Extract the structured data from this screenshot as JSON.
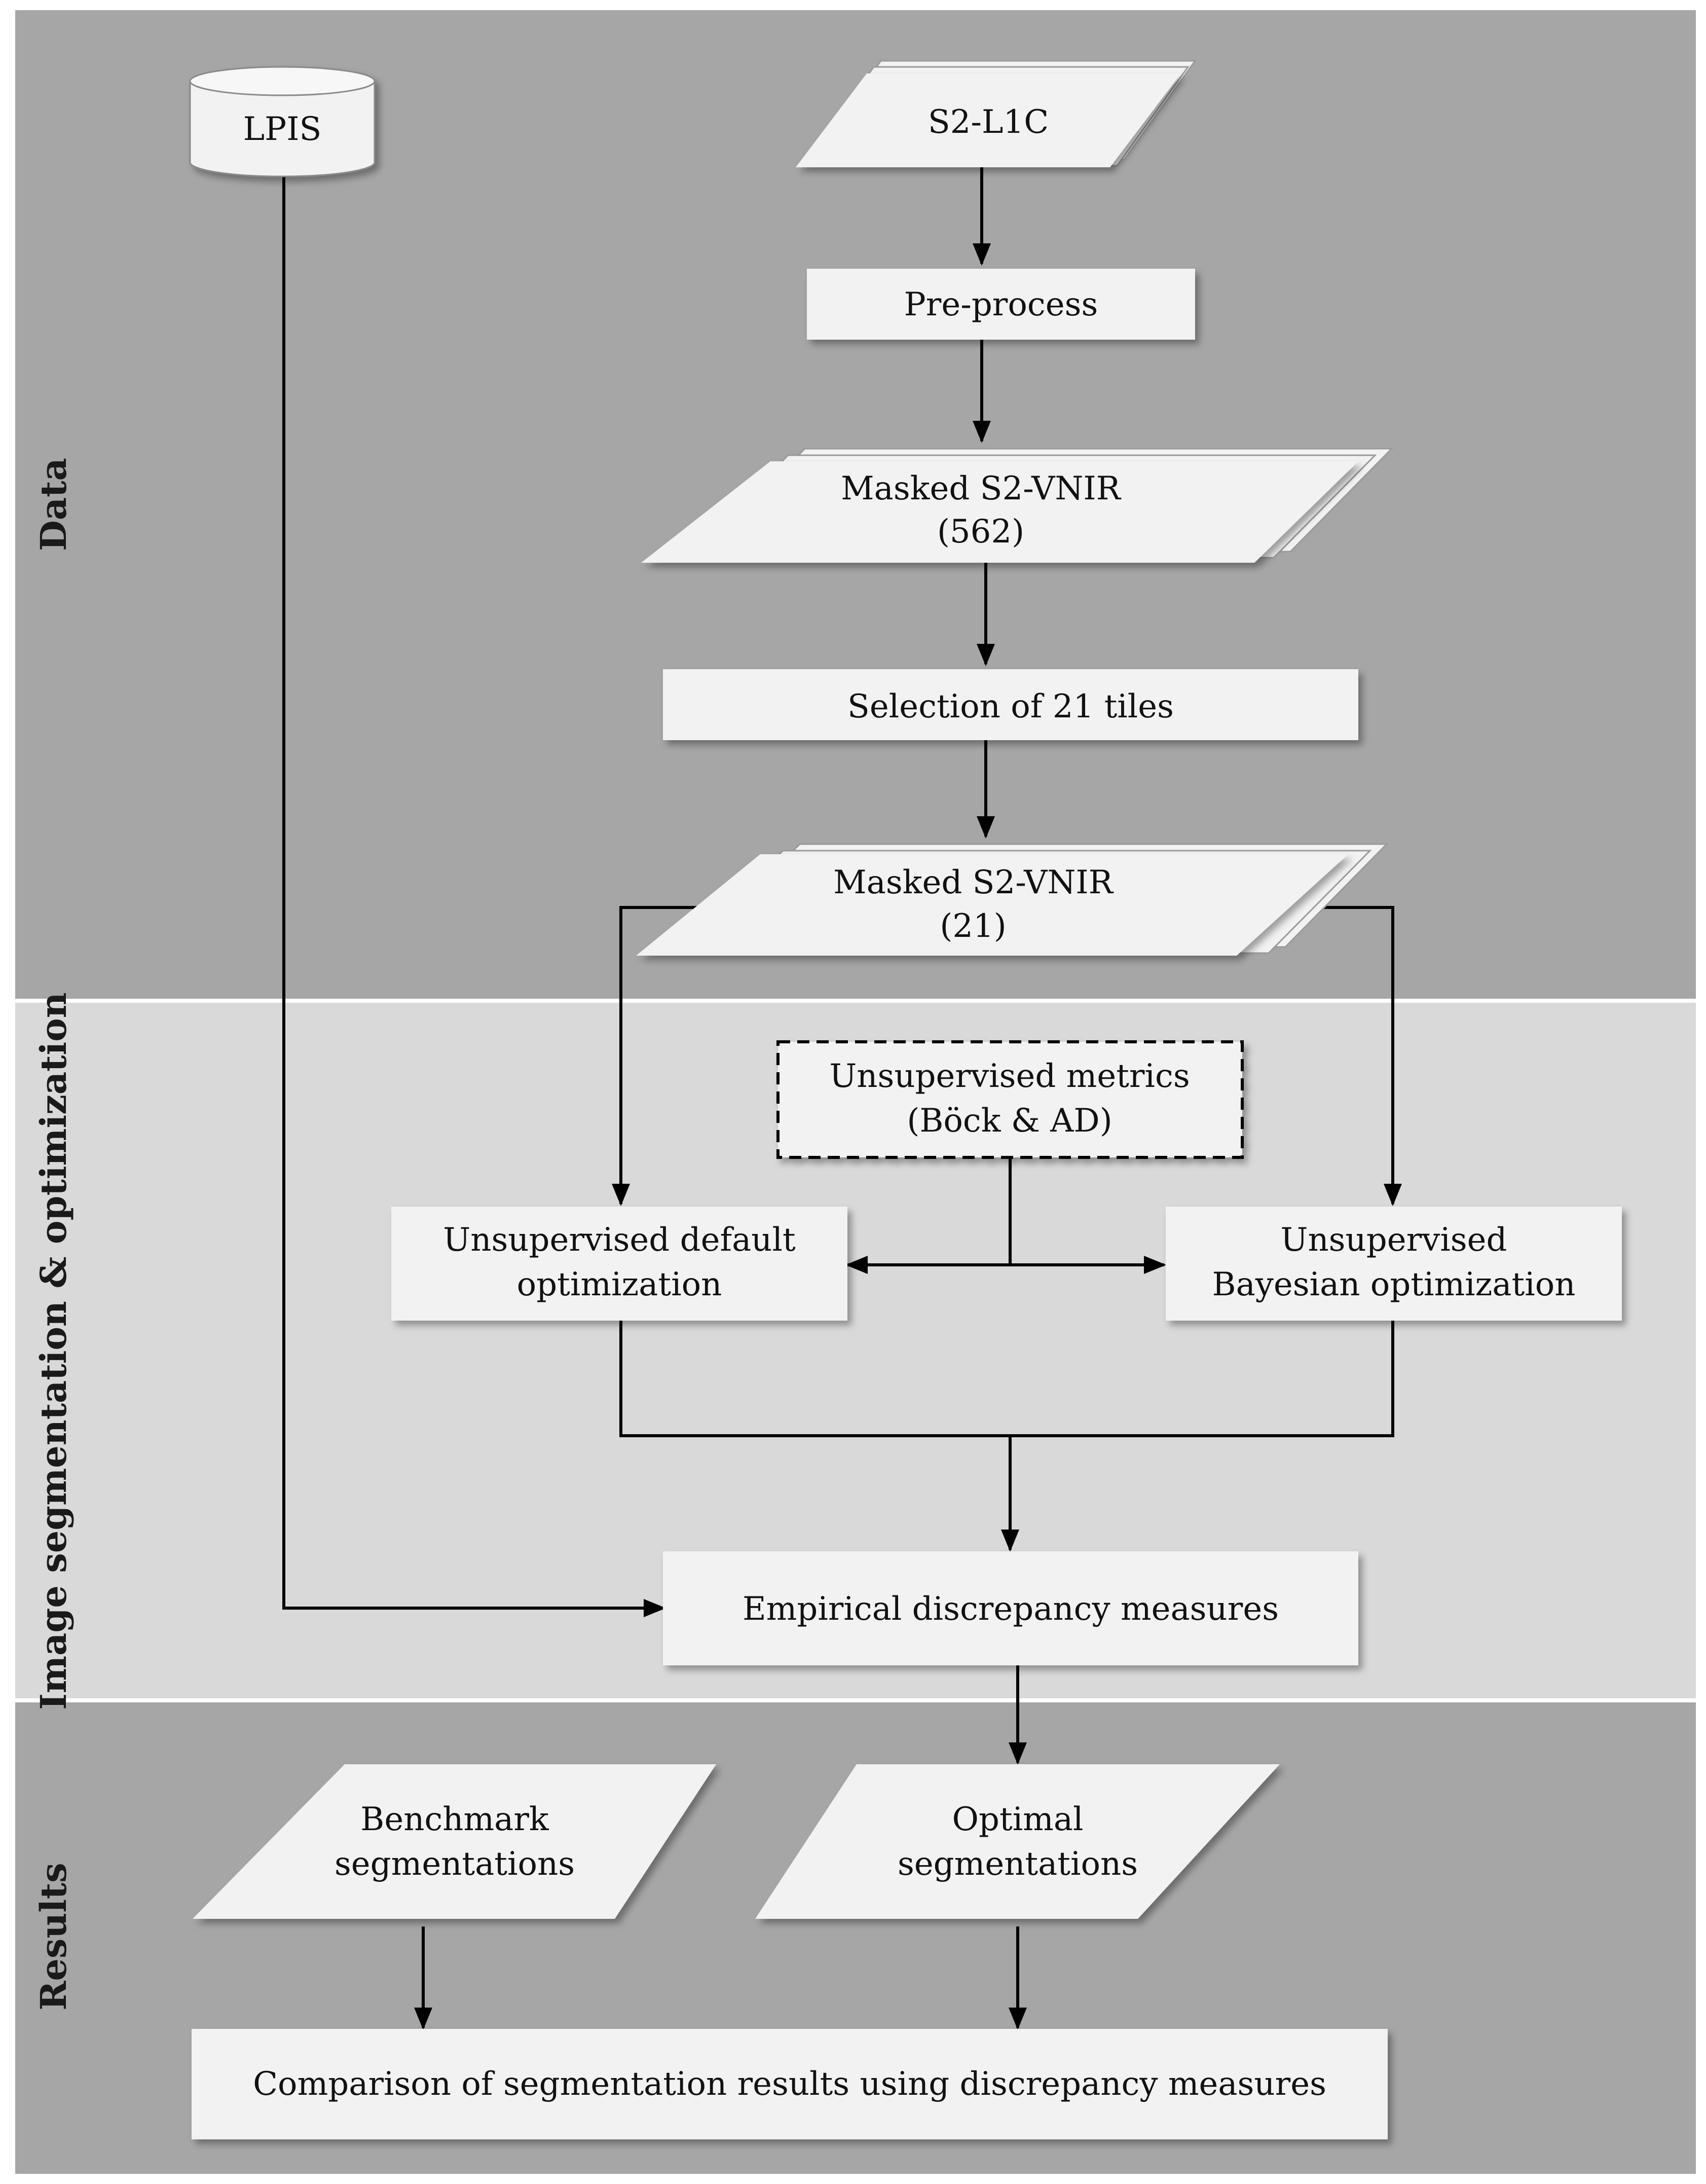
{
  "colors": {
    "band_dark": "#a6a6a6",
    "band_light": "#d9d9d9",
    "node_fill": "#f2f2f2",
    "line": "#000000"
  },
  "sections": {
    "data": "Data",
    "segmentation": "Image segmentation & optimization",
    "results": "Results"
  },
  "nodes": {
    "lpis": "LPIS",
    "s2_l1c": "S2-L1C",
    "preprocess": "Pre-process",
    "masked_562": [
      "Masked S2-VNIR",
      "(562)"
    ],
    "selection": "Selection of 21 tiles",
    "masked_21": [
      "Masked S2-VNIR",
      "(21)"
    ],
    "unsup_metrics": [
      "Unsupervised metrics",
      "(Böck & AD)"
    ],
    "default_opt": [
      "Unsupervised default",
      "optimization"
    ],
    "bayes_opt": [
      "Unsupervised",
      "Bayesian optimization"
    ],
    "empirical": "Empirical discrepancy measures",
    "benchmark": [
      "Benchmark",
      "segmentations"
    ],
    "optimal": [
      "Optimal",
      "segmentations"
    ],
    "comparison": "Comparison of segmentation results using discrepancy measures"
  }
}
